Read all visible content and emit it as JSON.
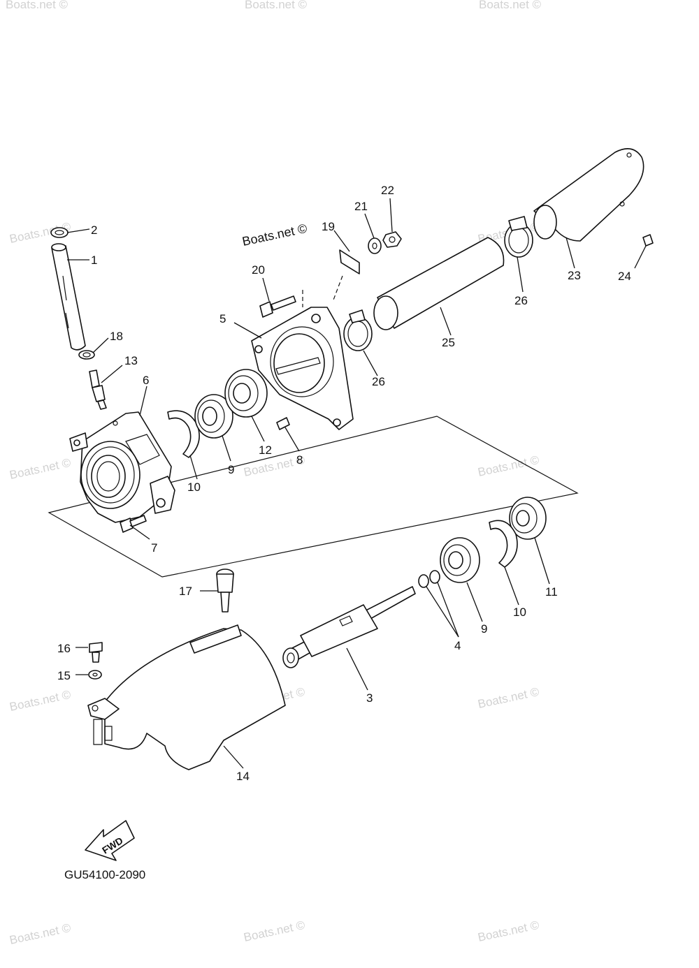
{
  "diagram": {
    "watermark_text": "Boats.net ©",
    "main_watermark_text": "Boats.net ©",
    "diagram_code": "GU54100-2090",
    "fwd_label": "FWD",
    "callouts": {
      "c1": "1",
      "c2": "2",
      "c3": "3",
      "c4": "4",
      "c5": "5",
      "c6": "6",
      "c7": "7",
      "c8": "8",
      "c9a": "9",
      "c9b": "9",
      "c10a": "10",
      "c10b": "10",
      "c11": "11",
      "c12": "12",
      "c13": "13",
      "c14": "14",
      "c15": "15",
      "c16": "16",
      "c17": "17",
      "c18": "18",
      "c19": "19",
      "c20": "20",
      "c21": "21",
      "c22": "22",
      "c23": "23",
      "c24": "24",
      "c25": "25",
      "c26a": "26",
      "c26b": "26"
    }
  }
}
